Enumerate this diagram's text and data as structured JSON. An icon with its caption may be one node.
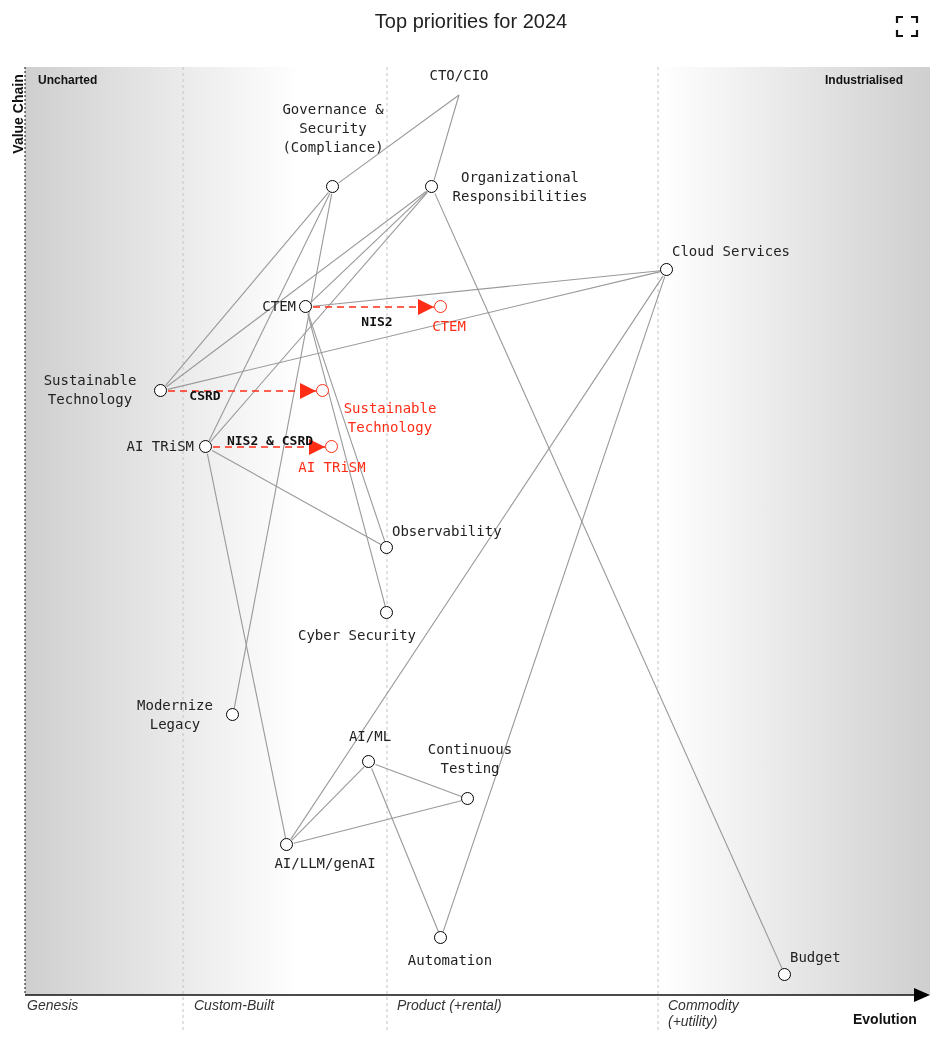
{
  "diagram": {
    "title": "Top priorities for 2024",
    "nodes": [
      {
        "text": [
          "CTO/CIO"
        ]
      },
      {
        "text": [],
        "shape": "circle",
        "beside": [
          "Governance & Security (Compliance)"
        ]
      },
      {
        "text": [],
        "shape": "circle",
        "beside": [
          "Organizational Responsibilities"
        ]
      },
      {
        "text": [],
        "shape": "circle",
        "beside": [
          "Cloud Services"
        ]
      },
      {
        "text": [],
        "shape": "circle",
        "beside": [
          "CTEM"
        ]
      },
      {
        "text": [],
        "shape": "circle",
        "beside": [
          "CTEM"
        ]
      },
      {
        "text": [],
        "shape": "circle",
        "beside": [
          "Sustainable Technology"
        ]
      },
      {
        "text": [],
        "shape": "circle",
        "beside": [
          "Sustainable Technology"
        ]
      },
      {
        "text": [],
        "shape": "circle",
        "beside": [
          "AI TRiSM"
        ]
      },
      {
        "text": [],
        "shape": "circle",
        "beside": [
          "AI TRiSM"
        ]
      },
      {
        "text": [],
        "shape": "circle",
        "beside": [
          "Observability"
        ]
      },
      {
        "text": [],
        "shape": "circle",
        "beside": [
          "Cyber Security"
        ]
      },
      {
        "text": [],
        "shape": "circle",
        "beside": [
          "Modernize Legacy"
        ]
      },
      {
        "text": [],
        "shape": "circle",
        "beside": [
          "AI/ML"
        ]
      },
      {
        "text": [],
        "shape": "circle",
        "beside": [
          "Continuous Testing"
        ]
      },
      {
        "text": [],
        "shape": "circle",
        "beside": [
          "AI/LLM/genAI"
        ]
      },
      {
        "text": [],
        "shape": "circle",
        "beside": [
          "Automation"
        ]
      },
      {
        "text": [],
        "shape": "circle",
        "beside": [
          "Budget"
        ]
      }
    ],
    "edges": [
      {
        "from": 0,
        "to": 1,
        "arrow": "none"
      },
      {
        "from": 0,
        "to": 2,
        "arrow": "none"
      },
      {
        "from": 1,
        "to": 6,
        "arrow": "none"
      },
      {
        "from": 1,
        "to": 8,
        "arrow": "none"
      },
      {
        "from": 1,
        "to": 12,
        "arrow": "none"
      },
      {
        "from": 2,
        "to": 4,
        "arrow": "none"
      },
      {
        "from": 2,
        "to": 6,
        "arrow": "none"
      },
      {
        "from": 2,
        "to": 8,
        "arrow": "none"
      },
      {
        "from": 2,
        "to": 17,
        "arrow": "none"
      },
      {
        "from": 4,
        "to": 3,
        "arrow": "none"
      },
      {
        "from": 4,
        "to": 10,
        "arrow": "none"
      },
      {
        "from": 4,
        "to": 11,
        "arrow": "none"
      },
      {
        "from": 6,
        "to": 3,
        "arrow": "none"
      },
      {
        "from": 8,
        "to": 10,
        "arrow": "none"
      },
      {
        "from": 8,
        "to": 15,
        "arrow": "none"
      },
      {
        "from": 3,
        "to": 15,
        "arrow": "none"
      },
      {
        "from": 3,
        "to": 16,
        "arrow": "none"
      },
      {
        "from": 15,
        "to": 13,
        "arrow": "none"
      },
      {
        "from": 15,
        "to": 14,
        "arrow": "none"
      },
      {
        "from": 13,
        "to": 14,
        "arrow": "none"
      },
      {
        "from": 13,
        "to": 16,
        "arrow": "none"
      },
      {
        "from": 4,
        "to": 5,
        "arrow": "to",
        "label": "NIS2",
        "style": "dashed",
        "color": "#ff2d16"
      },
      {
        "from": 6,
        "to": 7,
        "arrow": "to",
        "label": "CSRD",
        "style": "dashed",
        "color": "#ff2d16"
      },
      {
        "from": 8,
        "to": 9,
        "arrow": "to",
        "label": "NIS2 & CSRD",
        "style": "dashed",
        "color": "#ff2d16"
      }
    ],
    "labels": [
      "Uncharted",
      "Industrialised",
      "Value Chain",
      "Genesis",
      "Custom-Built",
      "Product (+rental)",
      "Commodity (+utility)",
      "Evolution"
    ]
  }
}
